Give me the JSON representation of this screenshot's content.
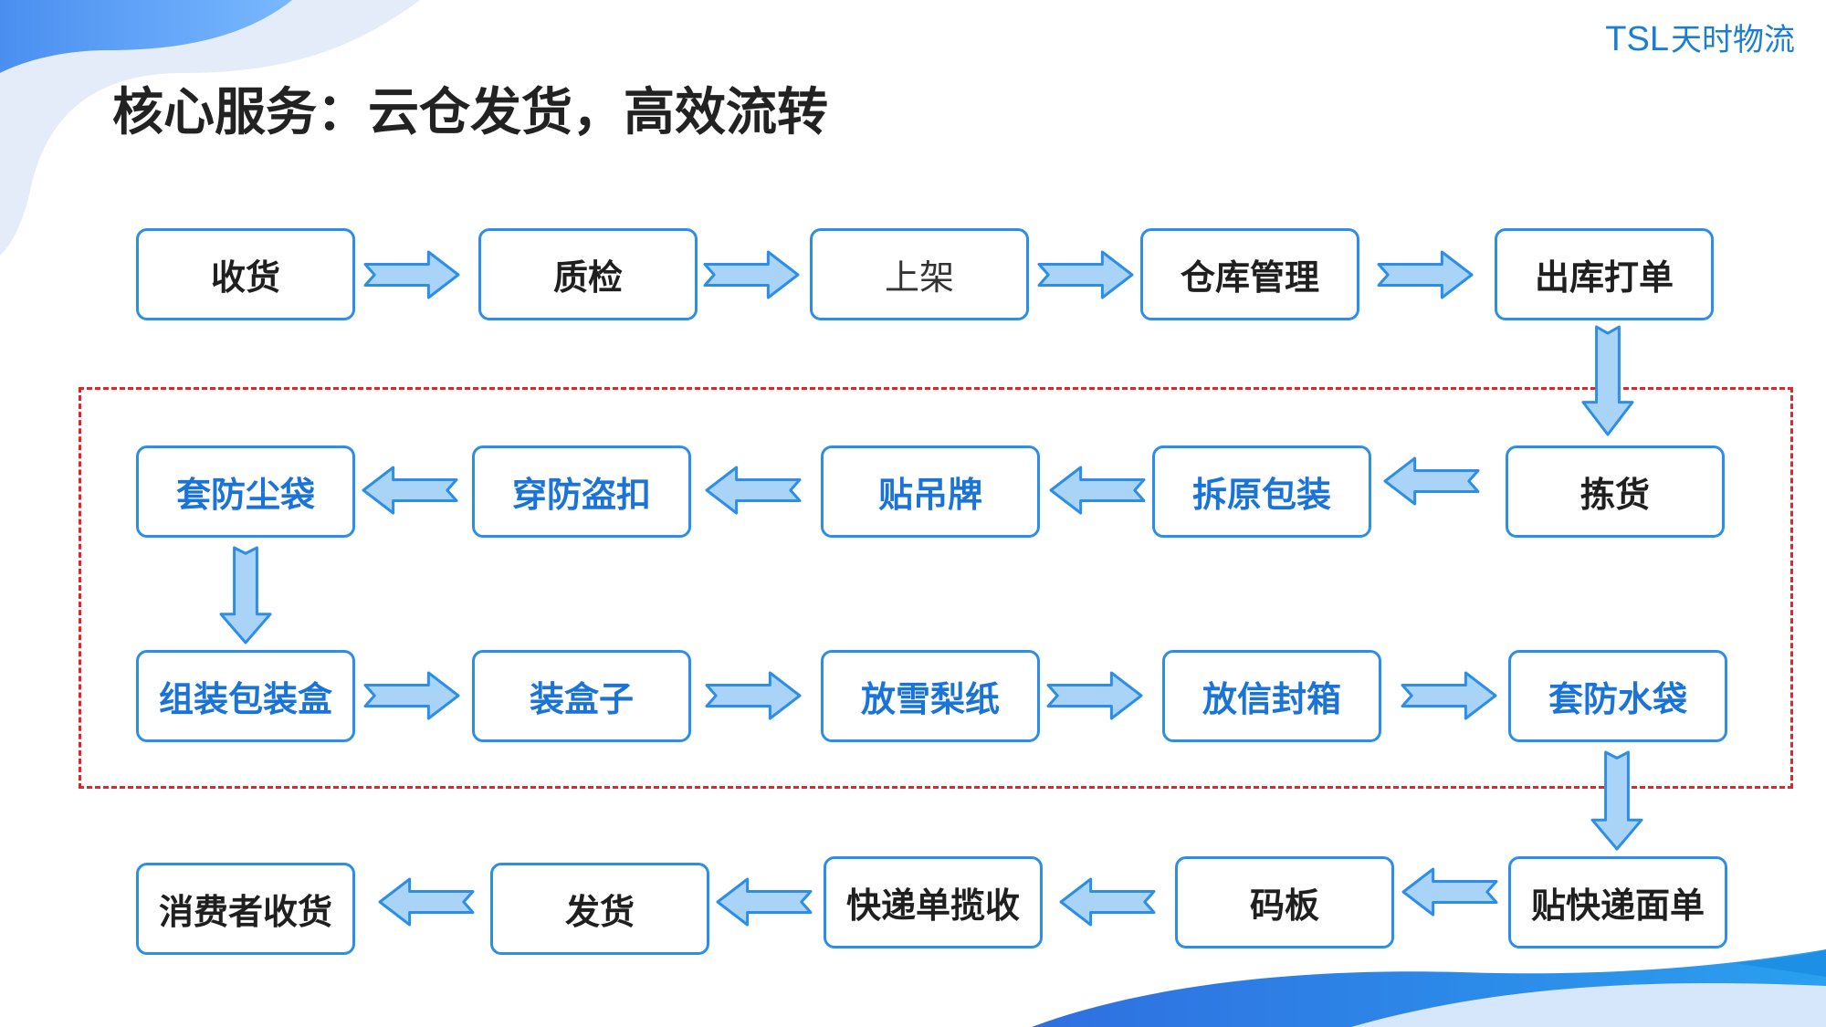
{
  "brand": {
    "latin": "TSL",
    "cjk": "天时物流"
  },
  "title": "核心服务：云仓发货，高效流转",
  "steps": {
    "receive": "收货",
    "inspect": "质检",
    "shelve": "上架",
    "warehouse_manage": "仓库管理",
    "outbound_print": "出库打单",
    "pick": "拣货",
    "unpack_original": "拆原包装",
    "attach_tag": "贴吊牌",
    "anti_theft_buckle": "穿防盗扣",
    "dust_bag": "套防尘袋",
    "assemble_box": "组装包装盒",
    "box_up": "装盒子",
    "snow_pear_paper": "放雪梨纸",
    "letter_seal": "放信封箱",
    "waterproof_bag": "套防水袋",
    "express_label": "贴快递面单",
    "palletize": "码板",
    "courier_pickup": "快递单揽收",
    "ship": "发货",
    "consumer_receive": "消费者收货"
  },
  "colors": {
    "box_border": "#2d8ee8",
    "arrow_fill": "#a9d4f7",
    "arrow_stroke": "#2d8ee8",
    "dashed_frame": "#e0262b",
    "accent_blue": "#1a73d9"
  }
}
